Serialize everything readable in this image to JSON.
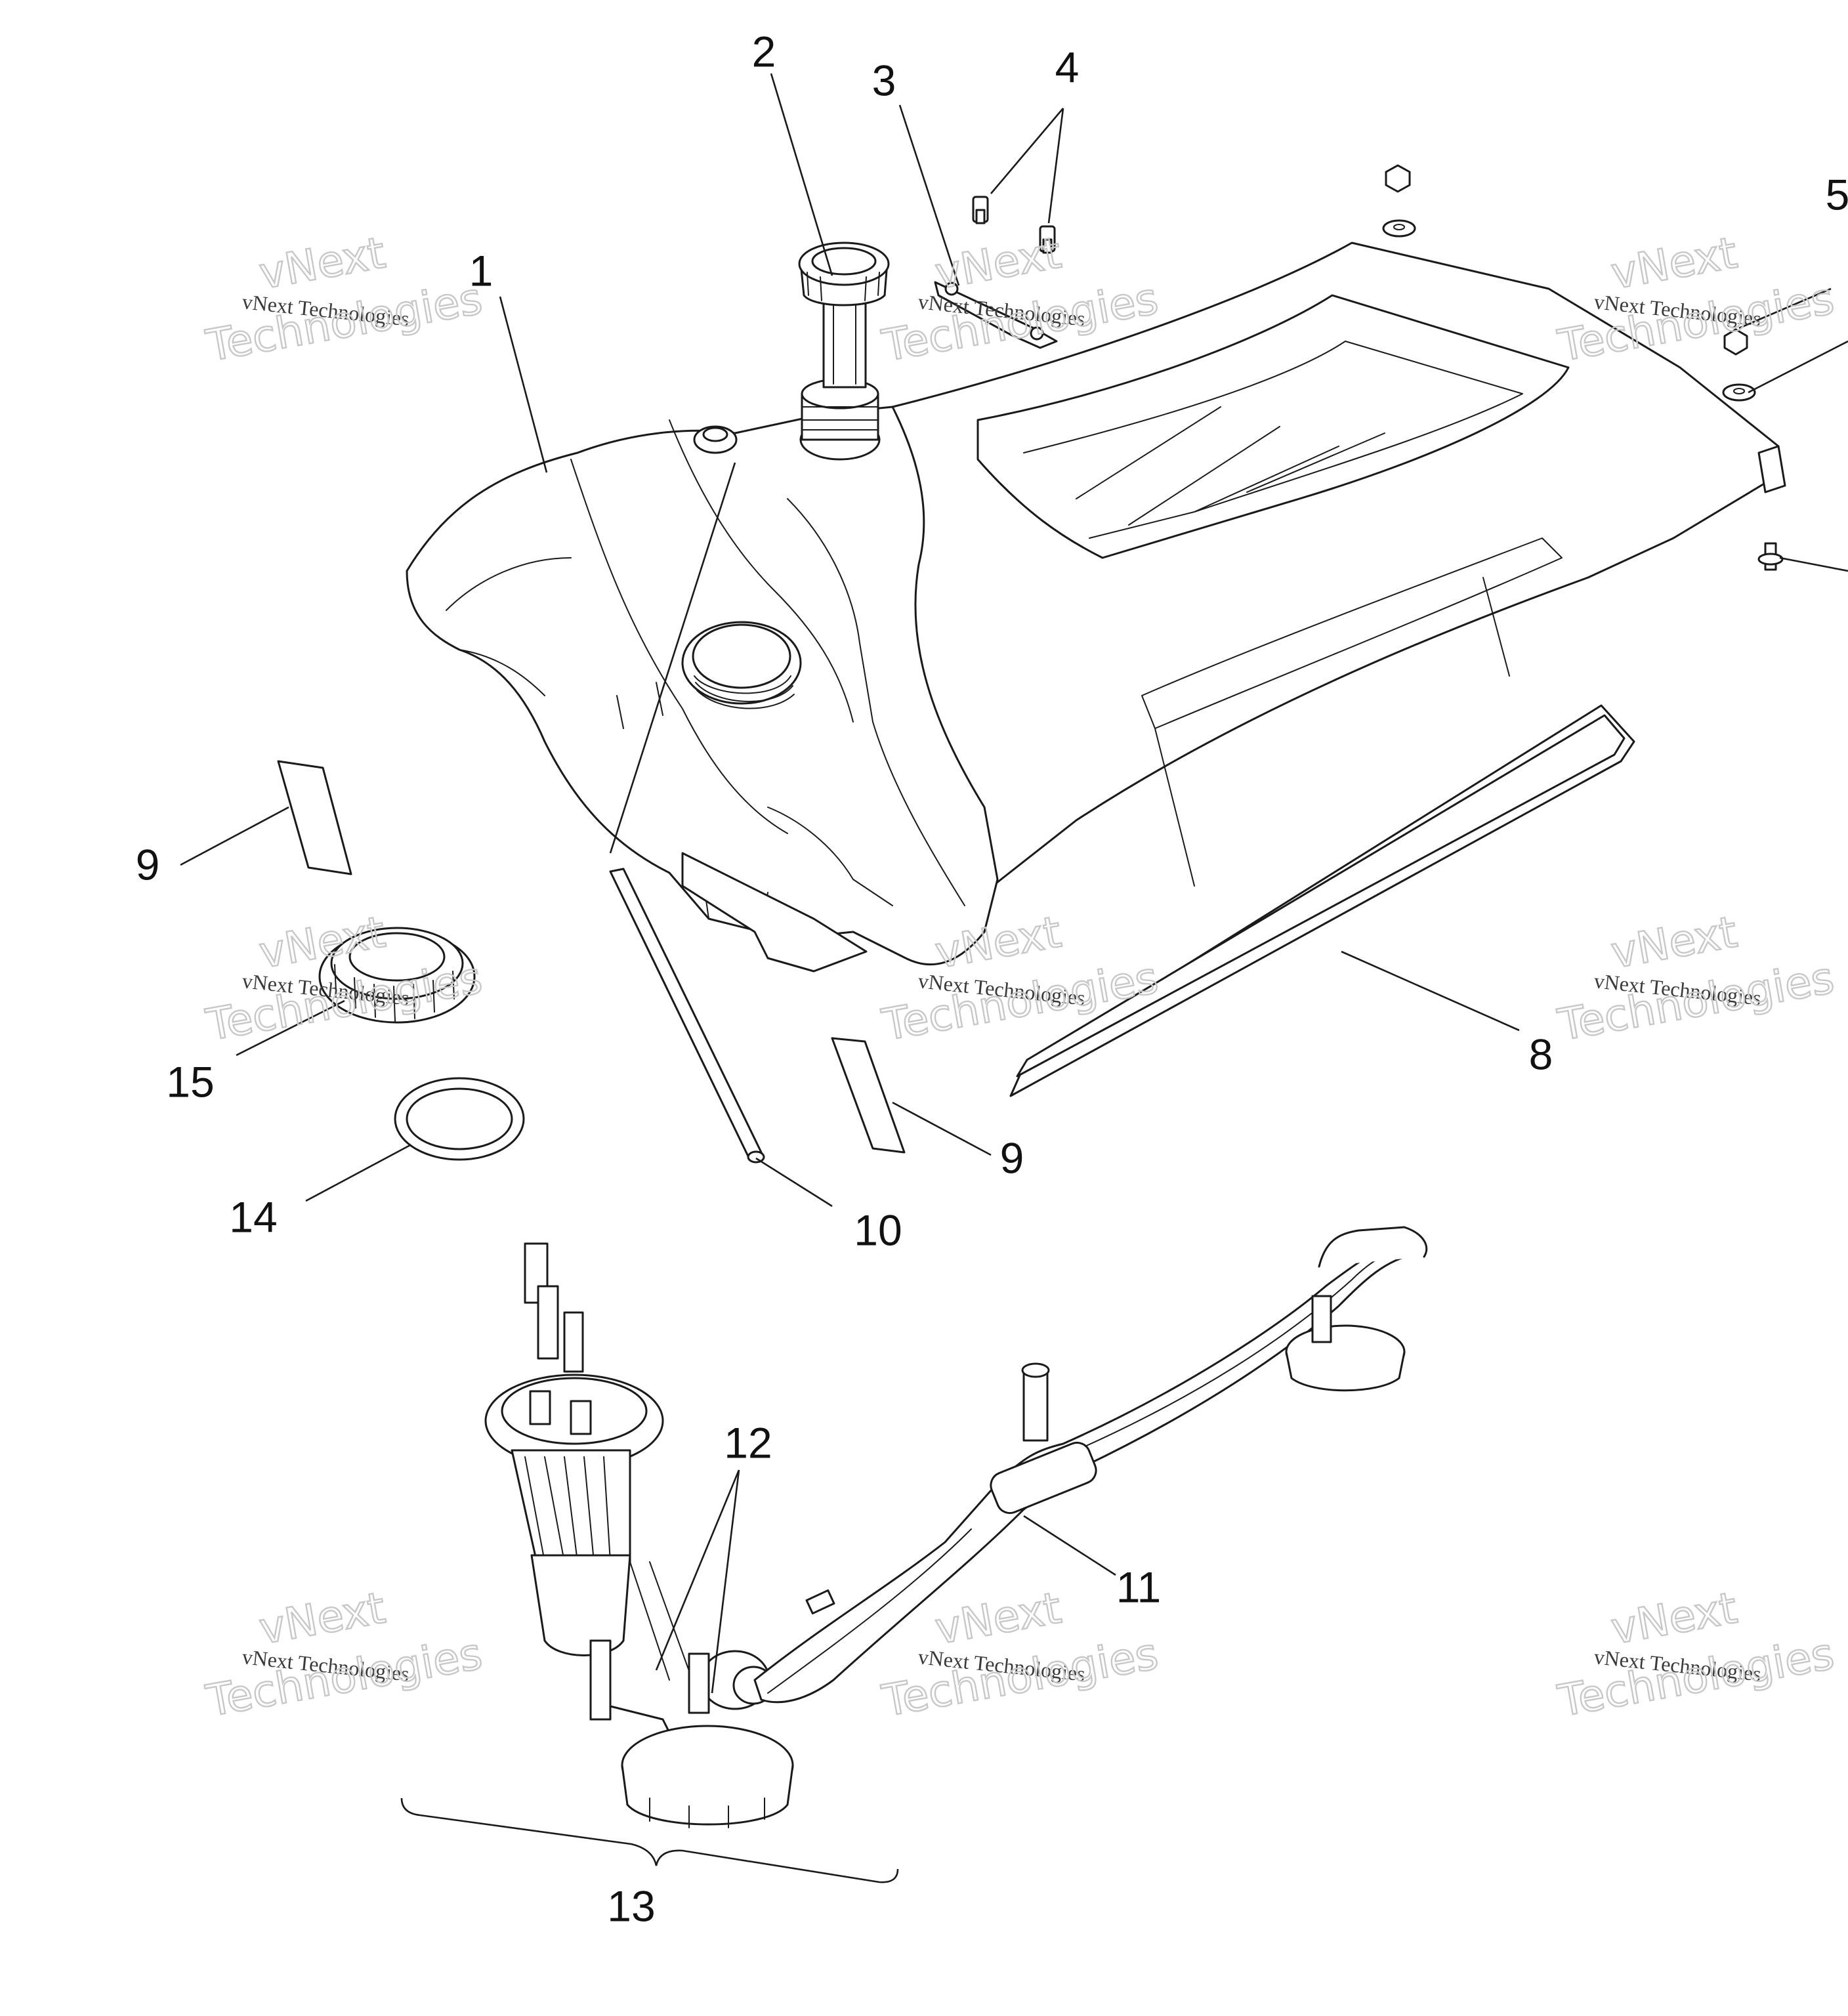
{
  "diagram": {
    "watermark_small": "vNext Technologies",
    "watermark_big_line1": "vNext",
    "watermark_big_line2": "Technologies",
    "callouts": [
      {
        "id": "c1",
        "label": "1"
      },
      {
        "id": "c2",
        "label": "2"
      },
      {
        "id": "c3",
        "label": "3"
      },
      {
        "id": "c4",
        "label": "4"
      },
      {
        "id": "c5",
        "label": "5"
      },
      {
        "id": "c8",
        "label": "8"
      },
      {
        "id": "c9a",
        "label": "9"
      },
      {
        "id": "c9b",
        "label": "9"
      },
      {
        "id": "c10",
        "label": "10"
      },
      {
        "id": "c11",
        "label": "11"
      },
      {
        "id": "c12",
        "label": "12"
      },
      {
        "id": "c13",
        "label": "13"
      },
      {
        "id": "c14",
        "label": "14"
      },
      {
        "id": "c15",
        "label": "15"
      }
    ]
  }
}
